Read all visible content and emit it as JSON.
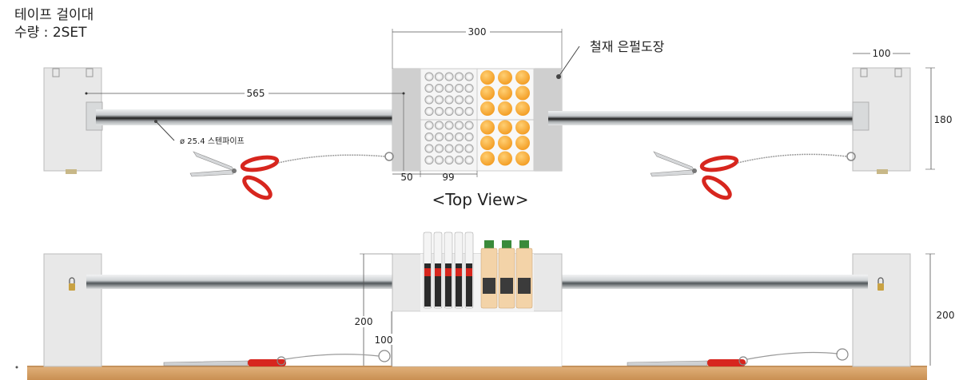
{
  "header": {
    "title": "테이프 걸이대",
    "quantity": "수량 : 2SET"
  },
  "top_view": {
    "caption": "<Top View>",
    "material_note": "철재 은펄도장",
    "pipe_note": "ø 25.4 스텐파이프",
    "dim_width_center": "300",
    "dim_pipe_length": "565",
    "dim_bracket_width": "100",
    "dim_bracket_depth": "180",
    "dim_side": "50",
    "dim_tray": "99"
  },
  "front_view": {
    "dim_height_total": "200",
    "dim_height_center": "200",
    "dim_height_small": "100"
  },
  "colors": {
    "pipe": "#9aa0a4",
    "bracket": "#e6e6e6",
    "shelf": "#d9a066",
    "scissor_handle": "#d7261e",
    "cap": "#f2a93b"
  }
}
